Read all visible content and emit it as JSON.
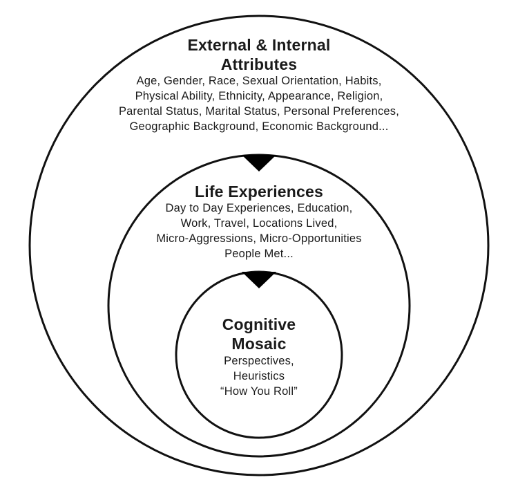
{
  "outer": {
    "title_lines": [
      "External & Internal",
      "Attributes"
    ],
    "body_lines": [
      "Age, Gender, Race, Sexual Orientation, Habits,",
      "Physical Ability, Ethnicity, Appearance, Religion,",
      "Parental Status, Marital Status, Personal Preferences,",
      "Geographic Background, Economic Background..."
    ]
  },
  "middle": {
    "title_lines": [
      "Life Experiences"
    ],
    "body_lines": [
      "Day to Day Experiences, Education,",
      "Work, Travel, Locations Lived,",
      "Micro-Aggressions, Micro-Opportunities",
      "People Met..."
    ]
  },
  "inner": {
    "title_lines": [
      "Cognitive",
      "Mosaic"
    ],
    "body_lines": [
      "Perspectives,",
      "Heuristics",
      "“How You Roll”"
    ]
  }
}
